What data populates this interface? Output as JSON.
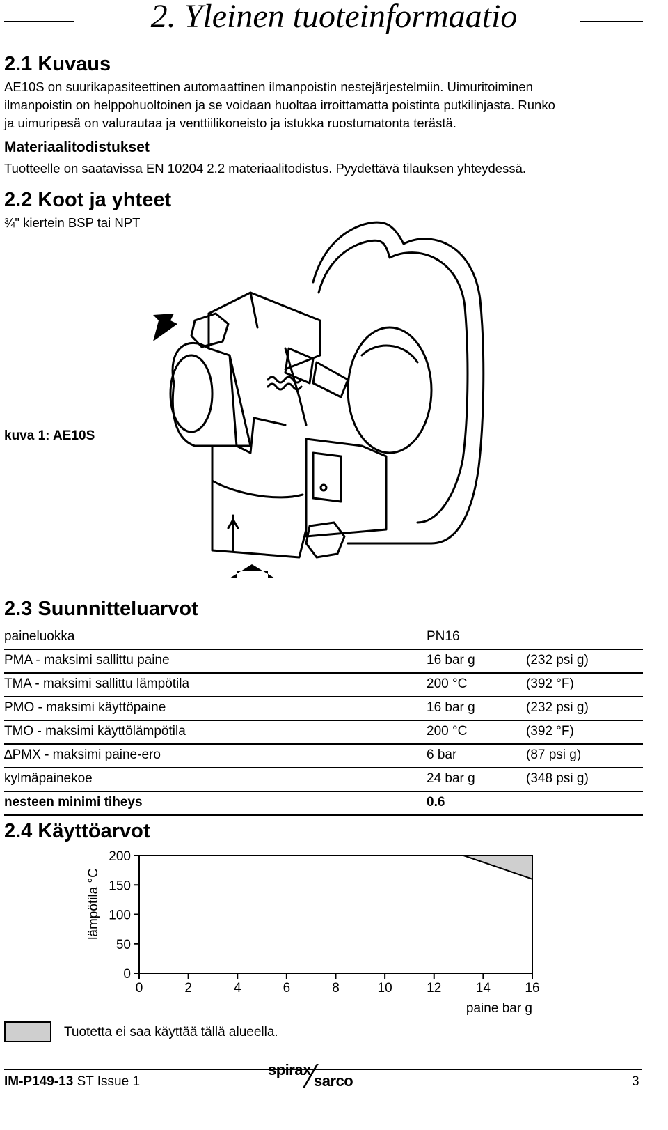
{
  "chapter": {
    "title": "2. Yleinen tuoteinformaatio"
  },
  "section_2_1": {
    "heading": "2.1 Kuvaus",
    "text_lines": [
      "AE10S on suurikapasiteettinen automaattinen ilmanpoistin nestejärjestelmiin. Uimuritoiminen",
      "ilmanpoistin on helppohuoltoinen ja se voidaan huoltaa irroittamatta poistinta putkilinjasta. Runko",
      "ja uimuripesä on valurautaa ja venttiilikoneisto ja istukka ruostumatonta terästä."
    ],
    "sub_heading": "Materiaalitodistukset",
    "sub_text": "Tuotteelle on saatavissa EN 10204 2.2 materiaalitodistus. Pyydettävä tilauksen yhteydessä."
  },
  "section_2_2": {
    "heading": "2.2 Koot ja yhteet",
    "text": "¾\" kiertein BSP tai NPT",
    "figure_caption": "kuva 1: AE10S"
  },
  "section_2_3": {
    "heading": "2.3 Suunnitteluarvot",
    "rows": [
      {
        "label": "paineluokka",
        "value": "PN16",
        "alt": ""
      },
      {
        "label": "PMA  -  maksimi sallittu paine",
        "value": "16 bar g",
        "alt": "(232 psi g)"
      },
      {
        "label": "TMA  -  maksimi sallittu lämpötila",
        "value": "200 °C",
        "alt": "(392 °F)"
      },
      {
        "label": "PMO  -  maksimi  käyttöpaine",
        "value": "16 bar g",
        "alt": "(232 psi g)"
      },
      {
        "label": "TMO  -  maksimi  käyttölämpötila",
        "value": "200 °C",
        "alt": "(392 °F)"
      },
      {
        "label": "∆PMX -  maksimi  paine-ero",
        "value": "6 bar",
        "alt": "(87 psi g)"
      },
      {
        "label": "kylmäpainekoe",
        "value": "24 bar g",
        "alt": "(348 psi g)"
      },
      {
        "label": "nesteen  minimi  tiheys",
        "value": "0.6",
        "alt": ""
      }
    ]
  },
  "section_2_4": {
    "heading": "2.4 Käyttöarvot",
    "legend_text": "Tuotetta ei saa käyttää tällä alueella.",
    "shade_color": "#cfcfcf"
  },
  "chart_data": {
    "type": "area",
    "xlabel": "paine bar g",
    "ylabel": "lämpötila °C",
    "x_ticks": [
      "0",
      "2",
      "4",
      "6",
      "8",
      "10",
      "12",
      "14",
      "16"
    ],
    "y_ticks": [
      "0",
      "50",
      "100",
      "150",
      "200"
    ],
    "xlim": [
      0,
      16
    ],
    "ylim": [
      0,
      200
    ],
    "series": [
      {
        "name": "Tuotetta ei saa käyttää tällä alueella.",
        "polygon": [
          [
            13.2,
            200
          ],
          [
            16,
            200
          ],
          [
            16,
            160
          ]
        ]
      }
    ]
  },
  "footer": {
    "doc_code": "IM-P149-13",
    "issue": "ST Issue 1",
    "brand_top": "spirax",
    "brand_bottom": "sarco",
    "page": "3"
  }
}
